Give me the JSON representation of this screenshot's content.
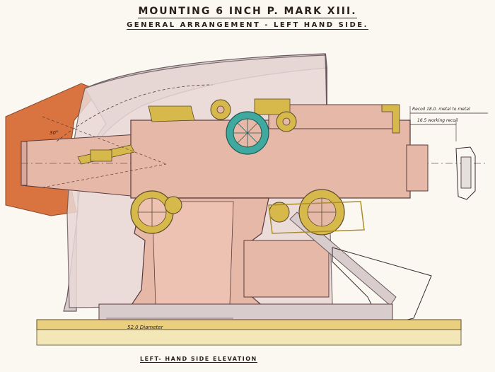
{
  "title": "MOUNTING 6 INCH P. MARK XIII.",
  "subtitle": "GENERAL ARRANGEMENT - LEFT HAND SIDE.",
  "caption": "LEFT- HAND SIDE ELEVATION",
  "annotations": {
    "recoil_metal": "Recoil 18.0. metal to metal",
    "recoil_working": "16.5 working recoil",
    "diameter": "52.0 Diameter",
    "angle": "30°"
  },
  "colors": {
    "shield": "#d9cccd",
    "shield_outline": "#6a5a5e",
    "gun_body": "#e6b8a8",
    "brass": "#d6b94a",
    "teal": "#3fa9a0",
    "brick": "#d9733f",
    "cradle": "#c9a7a4",
    "base_plate": "#e9cf7e"
  }
}
